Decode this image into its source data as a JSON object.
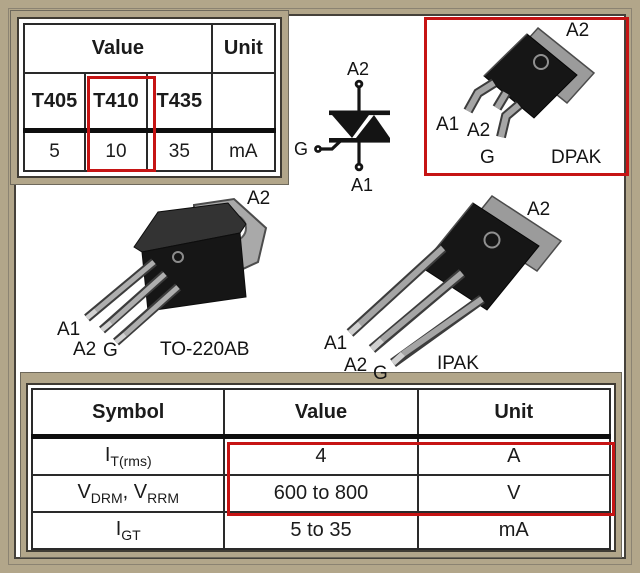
{
  "colors": {
    "frame_tan": "#b2a68a",
    "frame_dark_line": "#3f3b33",
    "table_line": "#2a2a2a",
    "highlight_red": "#c61414",
    "package_body_black": "#161616",
    "lead_gray": "#a5a5a5",
    "text": "#1b1b1b"
  },
  "top_table": {
    "value_header": "Value",
    "unit_header": "Unit",
    "variants": [
      "T405",
      "T410",
      "T435"
    ],
    "values": [
      "5",
      "10",
      "35"
    ],
    "unit": "mA"
  },
  "triac_symbol": {
    "top_pin": "A2",
    "bottom_pin": "A1",
    "gate_pin": "G"
  },
  "packages": {
    "to220": {
      "top_pin": "A2",
      "pin1": "A1",
      "pin2": "A2",
      "pin3": "G",
      "name": "TO-220AB"
    },
    "dpak": {
      "top_pin": "A2",
      "pin1": "A1",
      "pin2": "A2",
      "pin3": "G",
      "name": "DPAK"
    },
    "ipak": {
      "top_pin": "A2",
      "pin1": "A1",
      "pin2": "A2",
      "pin3": "G",
      "name": "IPAK"
    }
  },
  "bottom_table": {
    "headers": [
      "Symbol",
      "Value",
      "Unit"
    ],
    "rows": [
      {
        "symbol": [
          [
            "I",
            "T(rms)"
          ]
        ],
        "value": "4",
        "unit": "A"
      },
      {
        "symbol": [
          [
            "V",
            "DRM"
          ],
          [
            ", ",
            ""
          ],
          [
            "V",
            "RRM"
          ]
        ],
        "value": "600 to 800",
        "unit": "V"
      },
      {
        "symbol": [
          [
            "I",
            "GT"
          ]
        ],
        "value": "5 to 35",
        "unit": "mA"
      }
    ]
  }
}
